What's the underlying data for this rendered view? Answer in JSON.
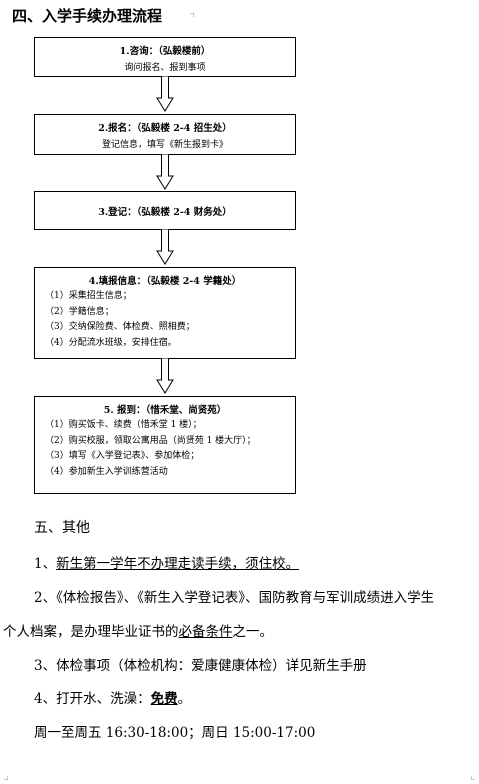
{
  "section4": {
    "title": "四、入学手续办理流程"
  },
  "flow": {
    "step1": {
      "title": "1.咨询：（弘毅楼前）",
      "lines": [
        "询问报名、报到事项"
      ]
    },
    "step2": {
      "title": "2.报名：（弘毅楼 2-4 招生处）",
      "lines": [
        "登记信息，填写《新生报到卡》"
      ]
    },
    "step3": {
      "title": "3.登记：（弘毅楼 2-4 财务处）",
      "lines": []
    },
    "step4": {
      "title": "4.填报信息：（弘毅楼 2-4 学籍处）",
      "lines": [
        "（1）采集招生信息；",
        "（2）学籍信息；",
        "（3）交纳保险费、体检费、照相费；",
        "（4）分配流水班级，安排住宿。"
      ]
    },
    "step5": {
      "title": "5. 报到：（惜禾堂、尚贤苑）",
      "lines": [
        "（1）购买饭卡、续费（惜禾堂 1 楼）；",
        "（2）购买校服，领取公寓用品（尚贤苑 1 楼大厅）；",
        "（3）填写《入学登记表》、参加体检；",
        "（4）参加新生入学训练营活动"
      ]
    }
  },
  "section5": {
    "title": "五、其他",
    "item1": {
      "prefix": "1、",
      "text": "新生第一学年不办理走读手续，须住校。"
    },
    "item2": {
      "line1": "2、《体检报告》、《新生入学登记表》、国防教育与军训成绩进入学生",
      "line2_before": "个人档案，是办理毕业证书的",
      "line2_underlined": "必备条件",
      "line2_after": "之一。"
    },
    "item3": {
      "text": "3、体检事项（体检机构：爱康健康体检）详见新生手册"
    },
    "item4": {
      "prefix": "4、打开水、洗澡：",
      "emphasis": "免费",
      "suffix": "。"
    },
    "hours": {
      "text": "周一至周五 16:30-18:00；周日 15:00-17:00"
    }
  }
}
